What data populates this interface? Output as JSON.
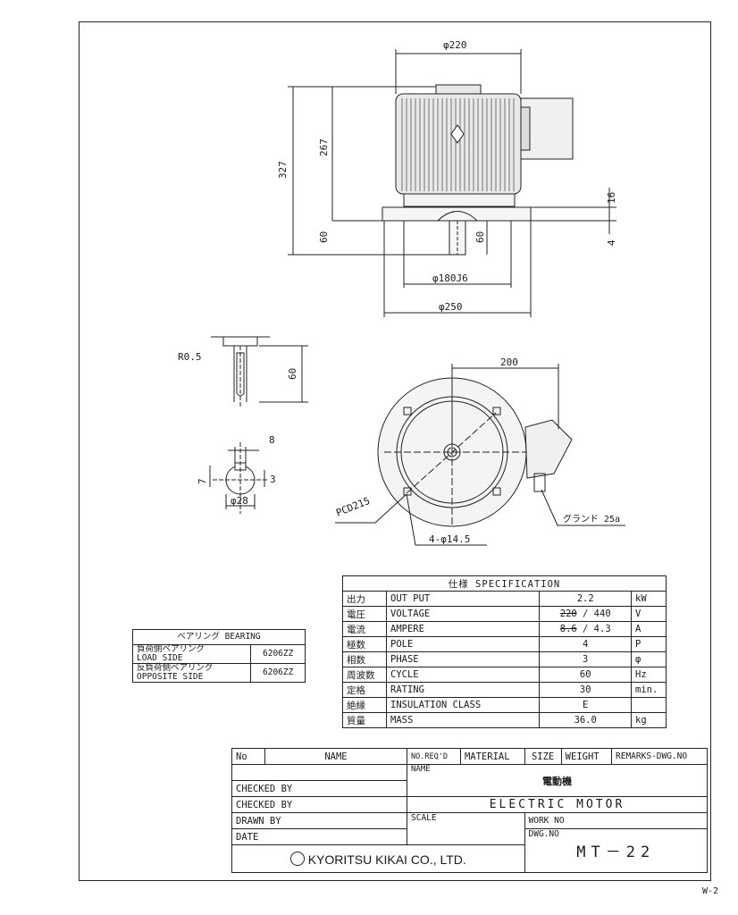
{
  "dimensions": {
    "dia_220": "φ220",
    "h_327": "327",
    "h_267": "267",
    "h_60": "60",
    "h_60_shaft": "60",
    "d_16": "16",
    "d_4": "4",
    "dia_180": "φ180J6",
    "dia_250": "φ250",
    "r_05": "R0.5",
    "key_60": "60",
    "key_8": "8",
    "key_7": "7",
    "key_3": "3",
    "dia_28": "φ28",
    "d_200": "200",
    "pcd": "PCD215",
    "holes": "4-φ14.5",
    "gland": "グランド 25a"
  },
  "spec": {
    "title": "仕様  SPECIFICATION",
    "rows": [
      {
        "jp": "出力",
        "en": "OUT PUT",
        "old": "",
        "value": "2.2",
        "unit": "kW"
      },
      {
        "jp": "電圧",
        "en": "VOLTAGE",
        "old": "220",
        "value": " / 440",
        "unit": "V"
      },
      {
        "jp": "電流",
        "en": "AMPERE",
        "old": "8.6",
        "value": " / 4.3",
        "unit": "A"
      },
      {
        "jp": "極数",
        "en": "POLE",
        "old": "",
        "value": "4",
        "unit": "P"
      },
      {
        "jp": "相数",
        "en": "PHASE",
        "old": "",
        "value": "3",
        "unit": "φ"
      },
      {
        "jp": "周波数",
        "en": "CYCLE",
        "old": "",
        "value": "60",
        "unit": "Hz"
      },
      {
        "jp": "定格",
        "en": "RATING",
        "old": "",
        "value": "30",
        "unit": "min."
      },
      {
        "jp": "絶縁",
        "en": "INSULATION CLASS",
        "old": "",
        "value": "E",
        "unit": ""
      },
      {
        "jp": "質量",
        "en": "MASS",
        "old": "",
        "value": "36.0",
        "unit": "kg"
      }
    ]
  },
  "bearing": {
    "title": "ベアリング BEARING",
    "load_label_jp": "負荷側ベアリング",
    "load_label_en": "LOAD SIDE",
    "load_value": "6206ZZ",
    "opp_label_jp": "反負荷側ベアリング",
    "opp_label_en": "OPPOSITE SIDE",
    "opp_value": "6206ZZ"
  },
  "title_block": {
    "h_no": "No",
    "h_name": "NAME",
    "h_noreq": "NO.REQ'D",
    "h_material": "MATERIAL",
    "h_size": "SIZE",
    "h_weight": "WEIGHT",
    "h_remarks": "REMARKS-DWG.NO",
    "name_label": "NAME",
    "name_jp": "電動機",
    "name_en": "ELECTRIC MOTOR",
    "checked1": "CHECKED BY",
    "checked2": "CHECKED BY",
    "drawn": "DRAWN BY",
    "date": "DATE",
    "scale": "SCALE",
    "work_no": "WORK NO",
    "dwg_no_label": "DWG.NO",
    "dwg_no": "MT－22",
    "company": "KYORITSU KIKAI CO., LTD."
  },
  "sheet_no": "W-2"
}
